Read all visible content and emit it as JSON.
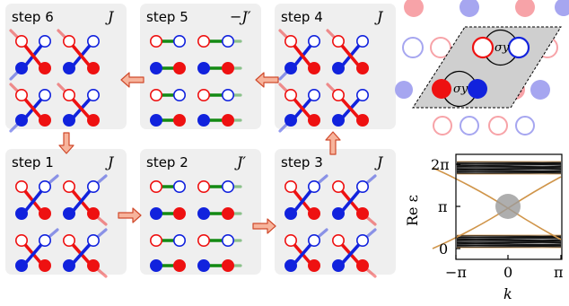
{
  "panels": [
    {
      "id": "step6",
      "label": "step 6",
      "coupling": "J",
      "kind": "diag-lf"
    },
    {
      "id": "step5",
      "label": "step 5",
      "coupling": "−J′",
      "kind": "horiz"
    },
    {
      "id": "step4",
      "label": "step 4",
      "coupling": "J",
      "kind": "diag-lf"
    },
    {
      "id": "step1",
      "label": "step 1",
      "coupling": "J",
      "kind": "diag-rf"
    },
    {
      "id": "step2",
      "label": "step 2",
      "coupling": "J′",
      "kind": "horiz"
    },
    {
      "id": "step3",
      "label": "step 3",
      "coupling": "J",
      "kind": "diag-rf"
    }
  ],
  "colors": {
    "red": "#ee1111",
    "blue": "#1122dd",
    "green": "#138a13",
    "panel_bg": "#efefef",
    "arrow_fill": "#f7b49c",
    "arrow_stroke": "#d04a2c",
    "light_red": "#f7a3a8",
    "light_blue": "#a6a6f0",
    "band": "#111111",
    "band_edge": "#d0954a",
    "crossing": "#9a9a9a"
  },
  "lattice_inset": {
    "sigma_top": "σy",
    "sigma_bottom": "σy"
  },
  "spectrum": {
    "ylabel": "Re ε",
    "xlabel": "k",
    "yticks": [
      "0",
      "π",
      "2π"
    ],
    "xticks": [
      "−π",
      "0",
      "π"
    ]
  }
}
